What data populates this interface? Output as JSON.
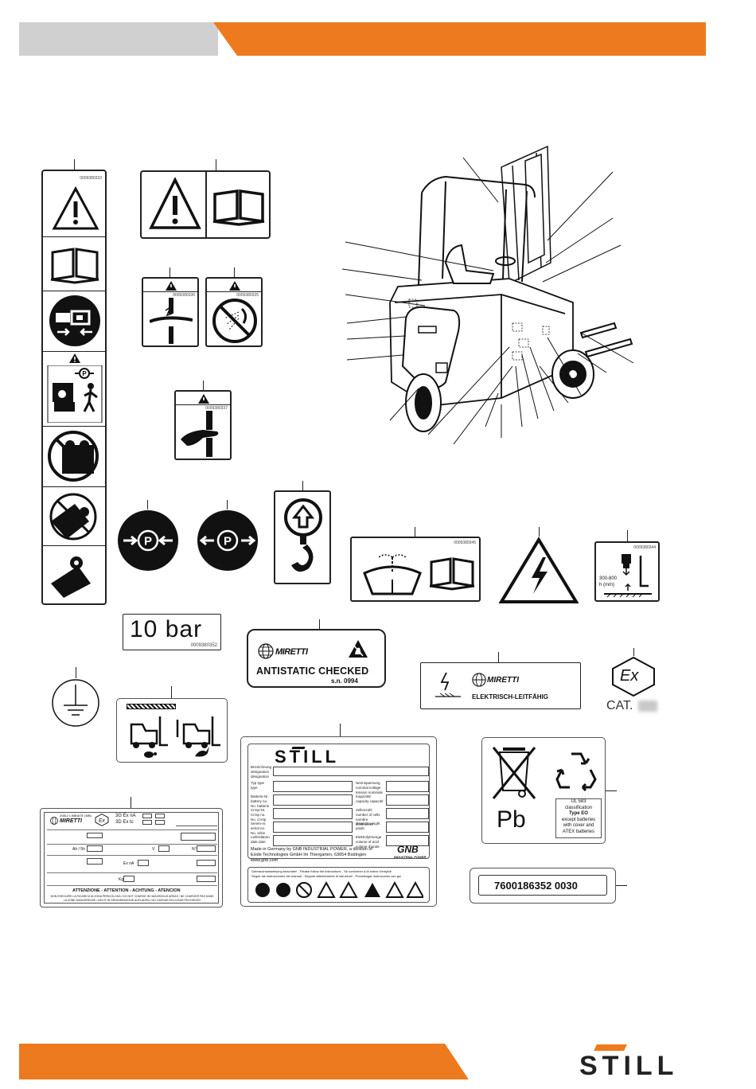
{
  "header": {
    "gray_color": "#d0d0d0",
    "orange_color": "#ee7a1f"
  },
  "footer": {
    "brand": "STILL"
  },
  "labels": {
    "pressure": {
      "value": "10 bar",
      "code": "0009380352"
    },
    "antistatic": {
      "brand": "MIRETTI",
      "title": "ANTISTATIC CHECKED",
      "serial": "s.n. 0994"
    },
    "conductive": {
      "brand": "MIRETTI",
      "text": "ELEKTRISCH-LEITFÄHIG"
    },
    "ex_cat": {
      "symbol": "Ex",
      "cat": "CAT."
    },
    "lift_height": {
      "range": "300-800",
      "unit": "h (mm)",
      "code": "0009380344"
    },
    "wiper_code": "0009380345",
    "serial_plate": {
      "number": "7600186352 0030"
    },
    "battery_disposal": {
      "element": "Pb",
      "ul1": "UL 583",
      "ul2": "classification",
      "ul3": "Type EO",
      "ul4": "except batteries",
      "ul5": "with cover and",
      "ul6": "ATEX batteries"
    },
    "still_plate": {
      "brand": "STILL",
      "made_in": "Made in Germany by GNB INDUSTRIAL POWER, a division of",
      "exide": "Exide Technologies GmbH Im Thiergarten, 63654 Büdingen",
      "web": "www.gnb.com",
      "gnb": "GNB",
      "gnb_sub": "INDUSTRIAL POWER",
      "instructions1": "Gebrauchsanweisung beachten! - Please follow the instructions - Se conformer à la notice d'emploi!",
      "instructions2": "Seguir las instrucciones del manual - Seguire attentamente le istruzioni! - Preselesgar instruccions uso gsi",
      "left_labels": [
        "Bezeichnung designation désignation",
        "Typ type type",
        "Batterie-Nr. battery no. No. batterie",
        "Crrsp-Nr. Crrsp no. No. Crrsp",
        "Serien-nr. serial no. No. série",
        "Lieferdatum date date"
      ],
      "right_labels": [
        "Nennspannung nominal voltage tension nominale",
        "Kapazität capacity capacité",
        "Zellenzahl number of cells nombre d'éléments",
        "Gewicht weight poids",
        "Elektrolytmenge volume of acid volume d'acide"
      ]
    },
    "miretti_plate": {
      "address": "20812 LIMBIATE (MB)",
      "brand": "MIRETTI",
      "cat1": "3G Ex nA",
      "cat2": "3D Ex tc",
      "footer1": "ATTENZIONE - ATTENTION - ACHTUNG - ATENCION",
      "footer2": "NON ESEGUIRE LA RICARICA IN ZONA PERICOLOSA / DO NOT CHARGE IN HAZARDOUS AREAS / NE CHARGER PAS DANS",
      "footer3": "LA ZONE DANGEREUSE / NICHT IN GEFAHRENZONE AUFLADEN / NO CARGAR EN LUGAR PELIGROSO",
      "ex_label": "Ex nA",
      "kg": "Kg",
      "v": "V",
      "ah": "Ah / 5h",
      "n": "N°"
    },
    "sidebar_code": "0009380333",
    "warning_code_1": "0009380336",
    "warning_code_2": "0009380335",
    "warning_code_3": "0009380337"
  }
}
